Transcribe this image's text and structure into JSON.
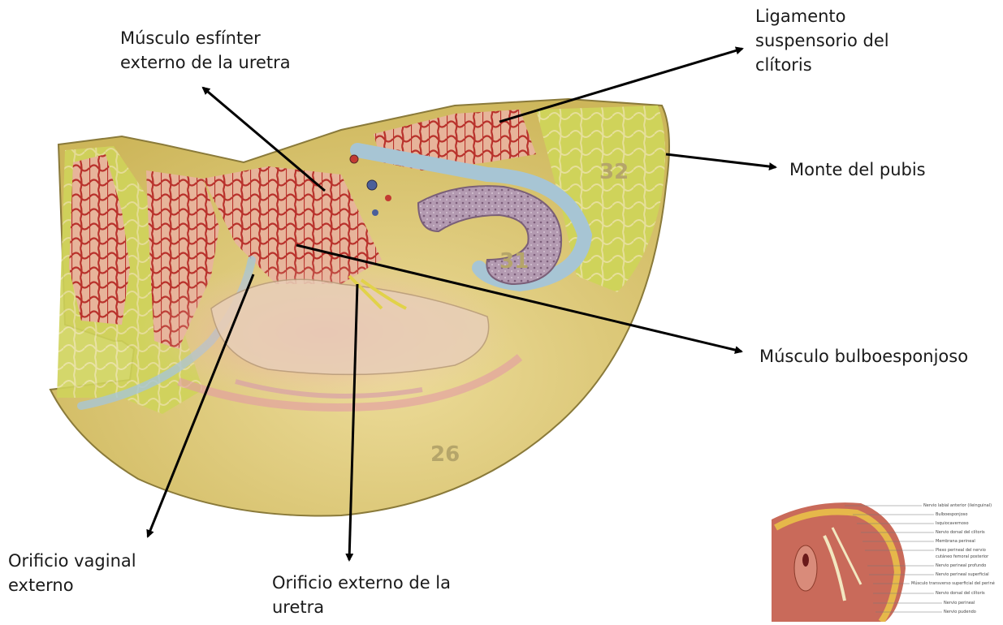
{
  "labels": {
    "esfinter": [
      "Músculo esfínter",
      "externo de la uretra"
    ],
    "ligamento": [
      "Ligamento",
      "suspensorio del",
      "clítoris"
    ],
    "monte": [
      "Monte del pubis"
    ],
    "bulbo": [
      "Músculo bulboesponjoso"
    ],
    "orificio_vaginal": [
      "Orificio vaginal",
      "externo"
    ],
    "orificio_uretra": [
      "Orificio externo de la",
      "uretra"
    ]
  },
  "model_numbers": [
    "32",
    "31",
    "26"
  ],
  "inset": {
    "labels": [
      "Nervio labial anterior (ileinguinal)",
      "Bulboesponjoso",
      "Isquiocavernoso",
      "Nervio dorsal del clítoris",
      "Membrana perineal",
      "Plexo perineal del nervio",
      "cutáneo femoral posterior",
      "Nervio perineal profundo",
      "Nervio perineal superficial",
      "Músculo transverso superficial del periné",
      "Nervio dorsal del clítoris",
      "Nervio perineal",
      "Nervio pudendo"
    ]
  },
  "colors": {
    "model_base": "#d8c46a",
    "muscle_red": "#c23a32",
    "fat_yellow": "#c9cf4a",
    "tissue_pink": "#e8a7ad",
    "erectile_purple": "#a88fa6",
    "fascia_blue": "#a7c5d4",
    "arrow": "#000000"
  }
}
